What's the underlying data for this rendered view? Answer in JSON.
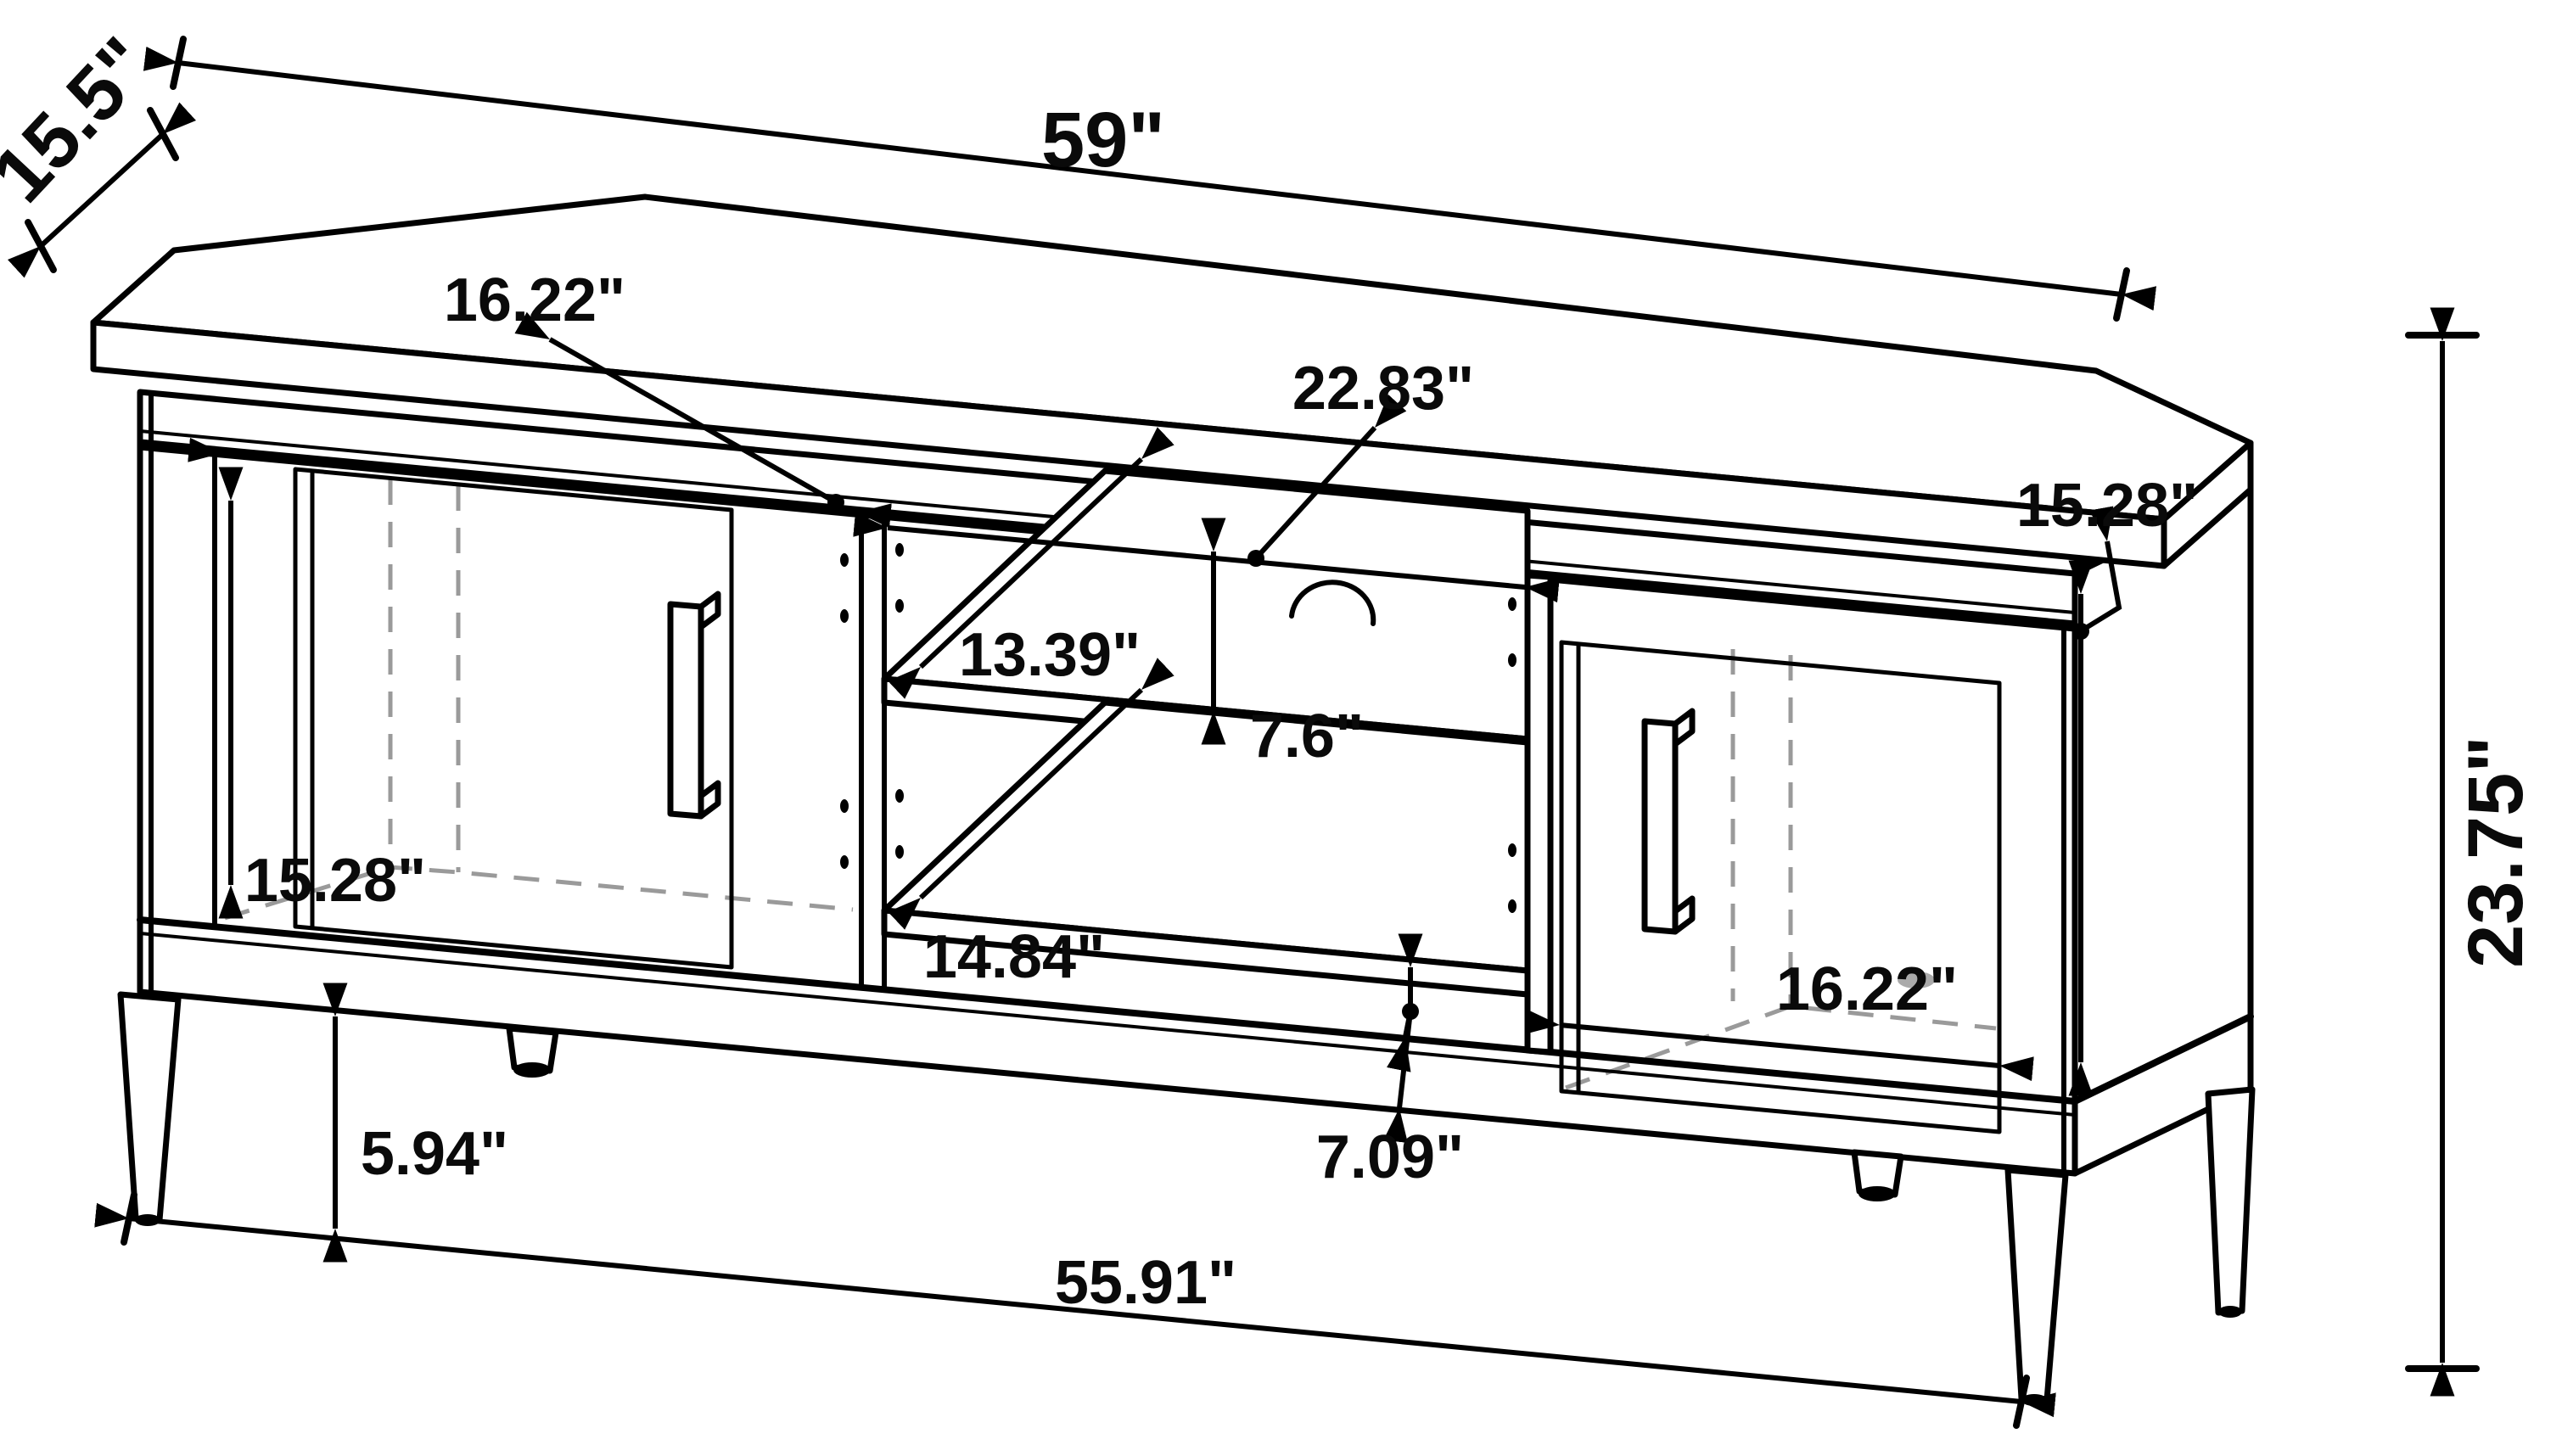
{
  "title": "Corner TV console dimension drawing",
  "units": "inches",
  "style": {
    "line_color": "#000000",
    "hidden_line_color": "#9a9a9a",
    "background": "#ffffff"
  },
  "dims": {
    "top_side_depth": "15.5\"",
    "top_overall_width": "59\"",
    "left_opening_width": "16.22\"",
    "center_opening_width": "22.83\"",
    "right_side_depth": "15.28\"",
    "middle_shelf_depth": "13.39\"",
    "shelf_clearance_height": "7.6\"",
    "overall_height": "23.75\"",
    "left_interior_height": "15.28\"",
    "bottom_shelf_depth": "14.84\"",
    "right_opening_width": "16.22\"",
    "leg_clearance_height": "5.94\"",
    "bottom_clearance_height": "7.09\"",
    "base_overall_width": "55.91\""
  }
}
